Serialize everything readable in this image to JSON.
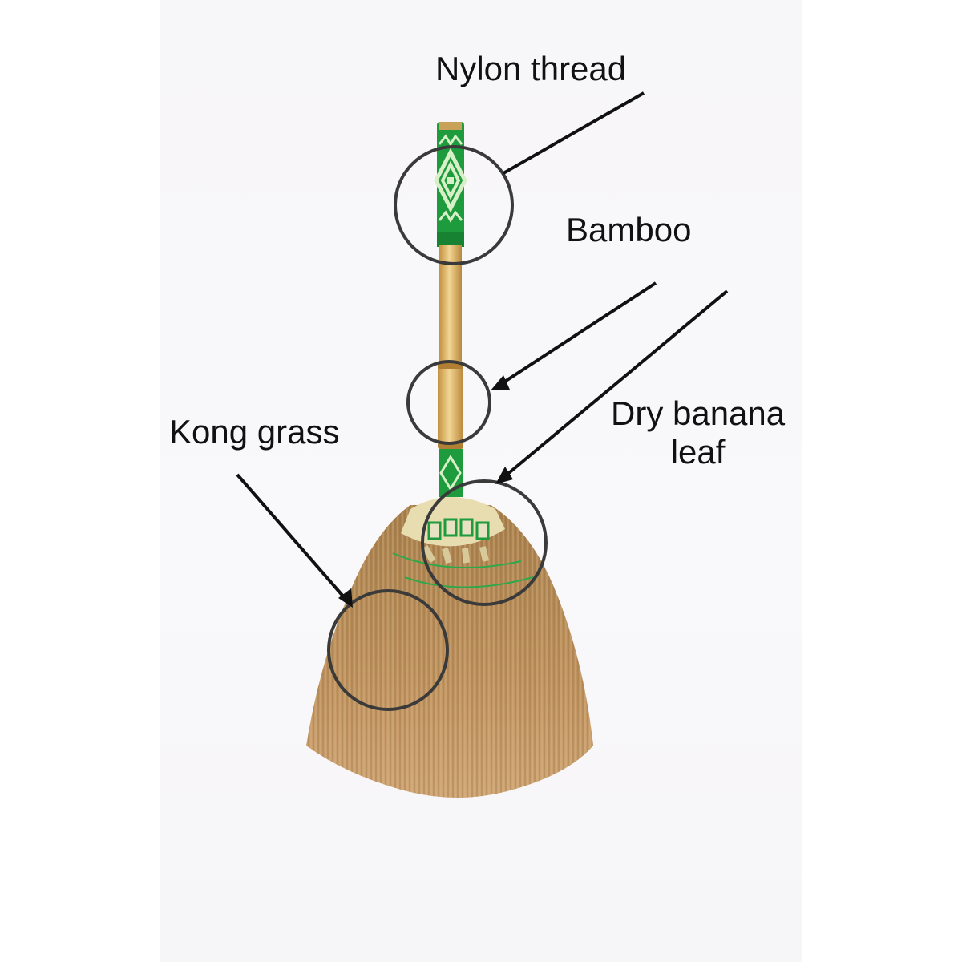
{
  "labels": {
    "nylon_thread": "Nylon thread",
    "bamboo": "Bamboo",
    "dry_banana_leaf_line1": "Dry banana",
    "dry_banana_leaf_line2": "leaf",
    "kong_grass": "Kong grass"
  },
  "colors": {
    "background": "#ffffff",
    "panel": "#f7f6f8",
    "handle_wrap_green": "#1e9b3c",
    "bamboo": "#d9b160",
    "grass": "#b78e5a",
    "callout": "#1a1a1a"
  }
}
